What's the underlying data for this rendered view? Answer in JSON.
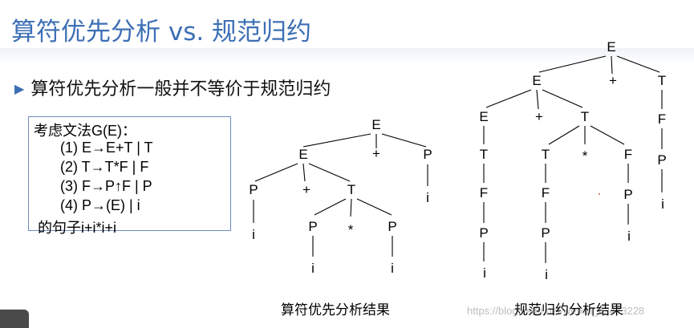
{
  "title": "算符优先分析 vs. 规范归约",
  "bullet": "算符优先分析一般并不等价于规范归约",
  "grammar": {
    "header": "考虑文法G(E)：",
    "rules": [
      "(1)  E→E+T | T",
      "(2)  T→T*F | F",
      "(3)  F→P↑F | P",
      "(4)  P→(E) | i"
    ],
    "footer": "的句子i+i*i+i"
  },
  "captions": {
    "left": "算符优先分析结果",
    "right": "规范归约分析结果"
  },
  "watermark": "https://blog.csdn.net/weixin_42473228",
  "colors": {
    "title": "#3d6fb5",
    "box_border": "#6a8bbf"
  }
}
